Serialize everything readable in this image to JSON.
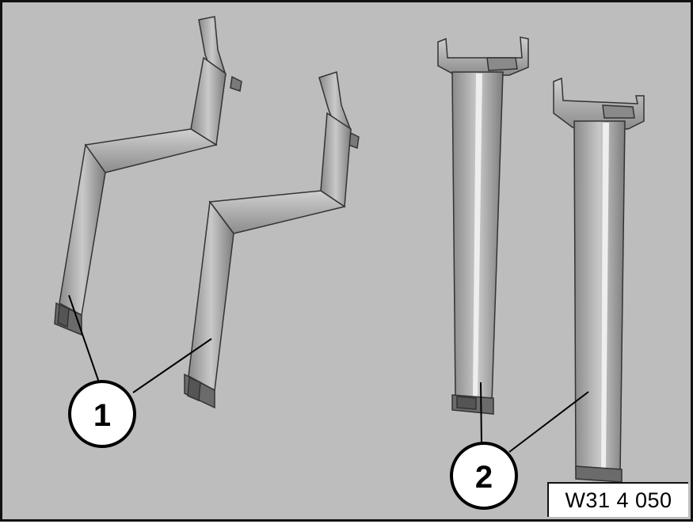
{
  "figure": {
    "reference_code": "W31 4 050",
    "callouts": [
      {
        "label": "1",
        "part": "support-bracket-pair-offset"
      },
      {
        "label": "2",
        "part": "support-bracket-pair-straight"
      }
    ],
    "colors": {
      "background": "#bdbdbd",
      "metal_light": "#c4c4c4",
      "metal_mid": "#9e9e9e",
      "metal_dark": "#6b6b6b",
      "outline": "#111111"
    }
  }
}
